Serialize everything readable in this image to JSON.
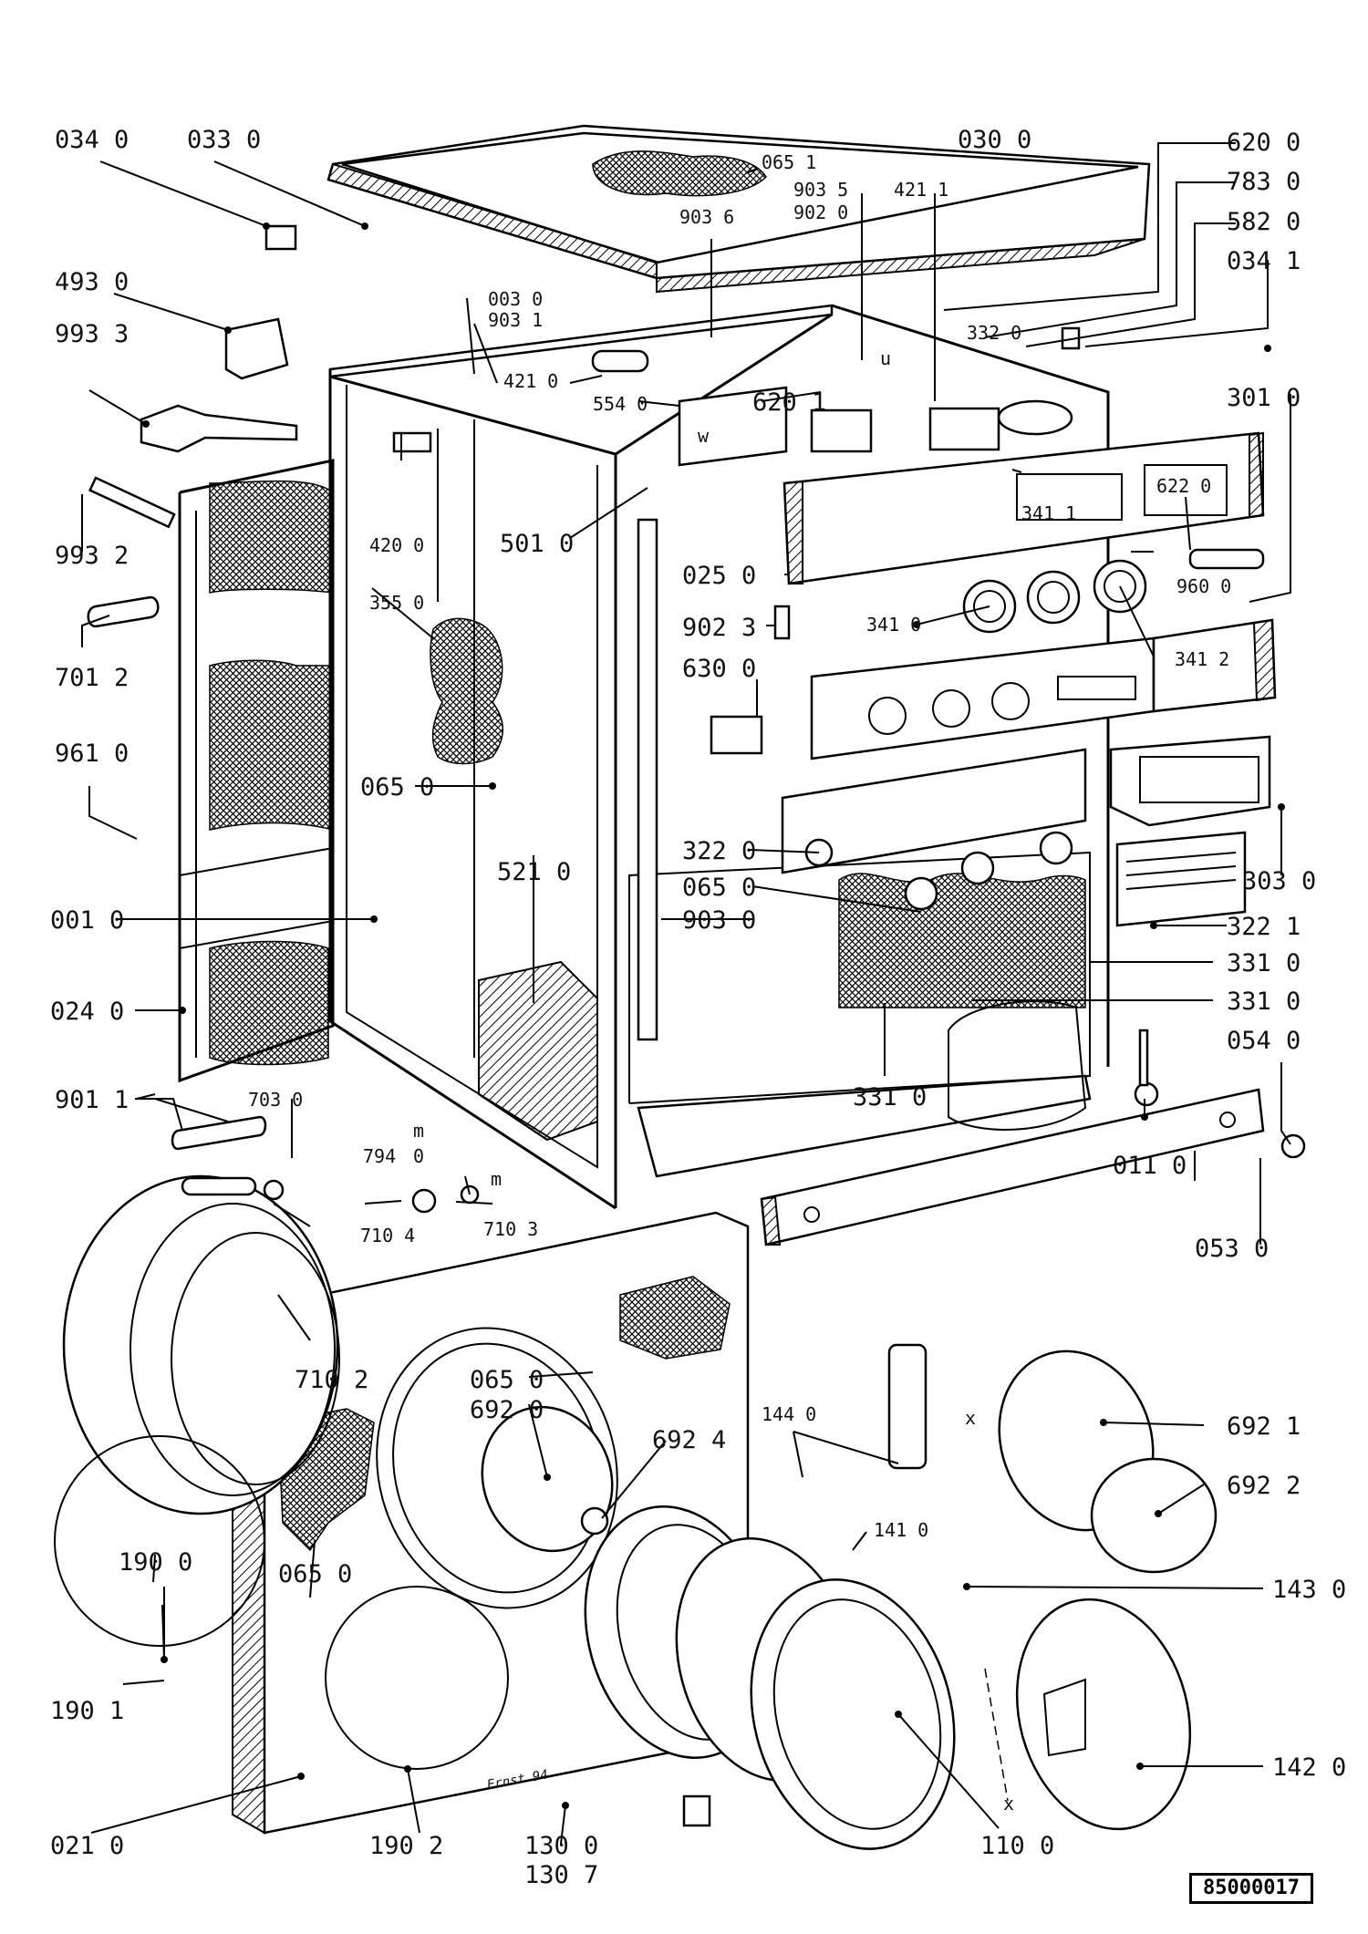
{
  "diagram": {
    "document_code": "85000017",
    "signature": "Ernst 94",
    "labels": {
      "l0340": "034 0",
      "l0330": "033 0",
      "l0300": "030 0",
      "l6200": "620 0",
      "l7830": "783 0",
      "l5820": "582 0",
      "l0341": "034 1",
      "l4930": "493 0",
      "l9933": "993 3",
      "l9932": "993 2",
      "l7012": "701 2",
      "l9610": "961 0",
      "l0010": "001 0",
      "l0240": "024 0",
      "l9011": "901 1",
      "l0651": "065 1",
      "l9035": "903 5",
      "l9020": "902 0",
      "l4211": "421 1",
      "l9036": "903 6",
      "l0030": "003 0",
      "l9031": "903 1",
      "l4210": "421 0",
      "l5540": "554 0",
      "l6201": "620 1",
      "l3320": "332 0",
      "l3010": "301 0",
      "l4200": "420 0",
      "l5010": "501 0",
      "l0250": "025 0",
      "l3550": "355 0",
      "l6220": "622 0",
      "l3411": "341 1",
      "l9600": "960 0",
      "l9023": "902 3",
      "l3410": "341 0",
      "l3412": "341 2",
      "l6300": "630 0",
      "l0650a": "065 0",
      "l3220": "322 0",
      "l5210": "521 0",
      "l0650b": "065 0",
      "l3030": "303 0",
      "l9030": "903 0",
      "l3221": "322 1",
      "l3310a": "331 0",
      "l3310b": "331 0",
      "l0540": "054 0",
      "l3310c": "331 0",
      "l7030": "703 0",
      "l7940m": "m",
      "l7940": "794",
      "l7940b": "0",
      "l7103m": "m",
      "l7104": "710 4",
      "l7103": "710 3",
      "l0110": "011 0",
      "l0530": "053 0",
      "l7102": "710 2",
      "l0650c": "065 0",
      "l6920": "692 0",
      "l6924": "692 4",
      "l1440": "144 0",
      "l6921": "692 1",
      "l6922": "692 2",
      "l1410": "141 0",
      "l1900": "190 0",
      "l0650d": "065 0",
      "l1430": "143 0",
      "l1901": "190 1",
      "l1420": "142 0",
      "l0210": "021 0",
      "l1902": "190 2",
      "l1300": "130 0",
      "l1307": "130 7",
      "l1100": "110 0",
      "lxa": "x",
      "lxb": "x",
      "lw": "w",
      "lu": "u"
    }
  }
}
